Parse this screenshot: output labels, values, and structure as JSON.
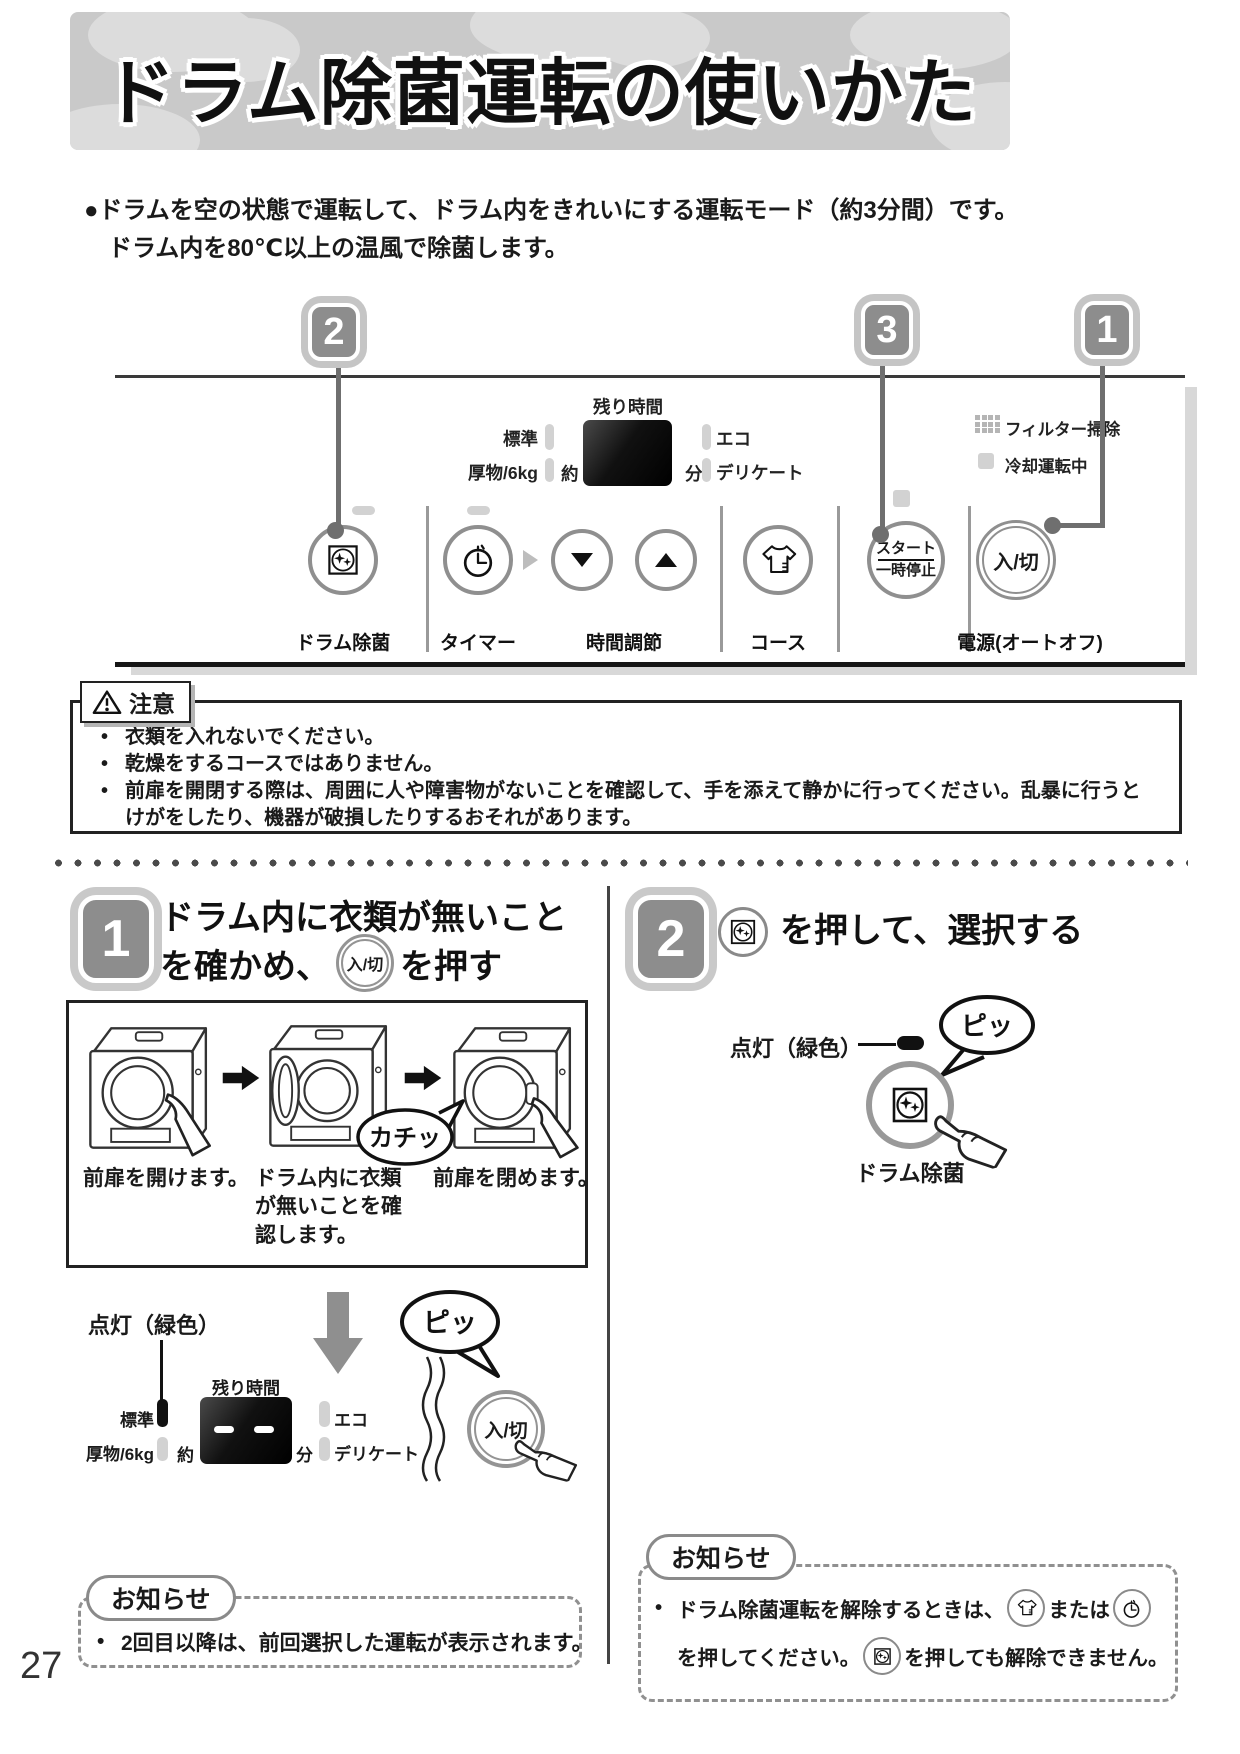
{
  "page_number": "27",
  "title": "ドラム除菌運転の使いかた",
  "intro": {
    "line1": "●ドラムを空の状態で運転して、ドラム内をきれいにする運転モード（約3分間）です。",
    "line2": "ドラム内を80℃以上の温風で除菌します。"
  },
  "callouts": {
    "one": "1",
    "two": "2",
    "three": "3"
  },
  "display": {
    "remaining_time": "残り時間",
    "standard": "標準",
    "thick": "厚物/6kg",
    "approx": "約",
    "minutes": "分",
    "eco": "エコ",
    "delicate": "デリケート"
  },
  "panel": {
    "filter_clean": "フィルター掃除",
    "cooling": "冷却運転中",
    "drum_label": "ドラム除菌",
    "timer_label": "タイマー",
    "time_adjust_label": "時間調節",
    "course_label": "コース",
    "start": "スタート",
    "pause": "一時停止",
    "power": "入/切",
    "power_caption": "電源(オートオフ)"
  },
  "caution": {
    "label": "注意",
    "bullet": "•",
    "items": [
      "衣類を入れないでください。",
      "乾燥をするコースではありません。",
      "前扉を開閉する際は、周囲に人や障害物がないことを確認して、手を添えて静かに行ってください。乱暴に行うとけがをしたり、機器が破損したりするおそれがあります。"
    ]
  },
  "steps": {
    "step1": {
      "number": "1",
      "heading_line1": "ドラム内に衣類が無いこと",
      "heading_line2_pre": "を確かめ、",
      "heading_line2_post": "を押す",
      "caption_open": "前扉を開けます。",
      "caption_check": "ドラム内に衣類が無いことを確認します。",
      "caption_close": "前扉を閉めます。",
      "display_value": "--"
    },
    "step2": {
      "number": "2",
      "heading": "を押して、選択する"
    }
  },
  "lit_green": "点灯（緑色）",
  "sounds": {
    "beep": "ピッ",
    "click": "カチッ"
  },
  "notice_left": {
    "label": "お知らせ",
    "bullet": "•",
    "text": "2回目以降は、前回選択した運転が表示されます。"
  },
  "notice_right": {
    "label": "お知らせ",
    "bullet": "•",
    "seg1": "ドラム除菌運転を解除するときは、",
    "seg2": "または",
    "seg3": "を押してください。",
    "seg4": "を押しても解除できません。"
  },
  "colors": {
    "banner": "#c9c9c9",
    "badge": "#8d8d8d",
    "ring": "#8f8f8f",
    "shadow": "#d8d8d8"
  }
}
